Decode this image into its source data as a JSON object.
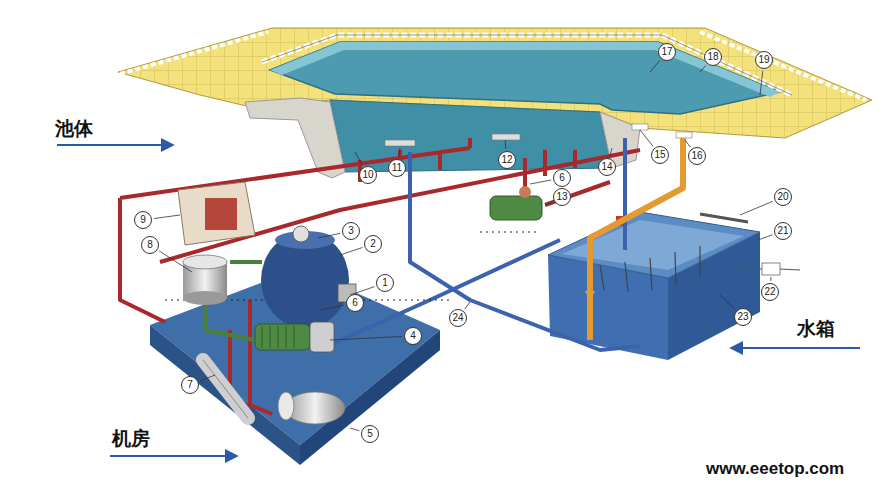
{
  "diagram": {
    "nodes": [
      {
        "text": [
          "1"
        ]
      },
      {
        "text": [
          "2"
        ]
      },
      {
        "text": [
          "3"
        ]
      },
      {
        "text": [
          "4"
        ]
      },
      {
        "text": [
          "5"
        ]
      },
      {
        "text": [
          "6"
        ]
      },
      {
        "text": [
          "7"
        ]
      },
      {
        "text": [
          "8"
        ]
      },
      {
        "text": [
          "9"
        ]
      },
      {
        "text": [
          "10"
        ]
      },
      {
        "text": [
          "11"
        ]
      },
      {
        "text": [
          "12"
        ]
      },
      {
        "text": [
          "13"
        ]
      },
      {
        "text": [
          "6"
        ]
      },
      {
        "text": [
          "14"
        ]
      },
      {
        "text": [
          "15"
        ]
      },
      {
        "text": [
          "16"
        ]
      },
      {
        "text": [
          "17"
        ]
      },
      {
        "text": [
          "18"
        ]
      },
      {
        "text": [
          "19"
        ]
      },
      {
        "text": [
          "20"
        ]
      },
      {
        "text": [
          "21"
        ]
      },
      {
        "text": [
          "22"
        ]
      },
      {
        "text": [
          "23"
        ]
      },
      {
        "text": [
          "24"
        ]
      }
    ],
    "labels": [
      "池体",
      "水箱",
      "机房",
      "www.eeetop.com"
    ]
  }
}
